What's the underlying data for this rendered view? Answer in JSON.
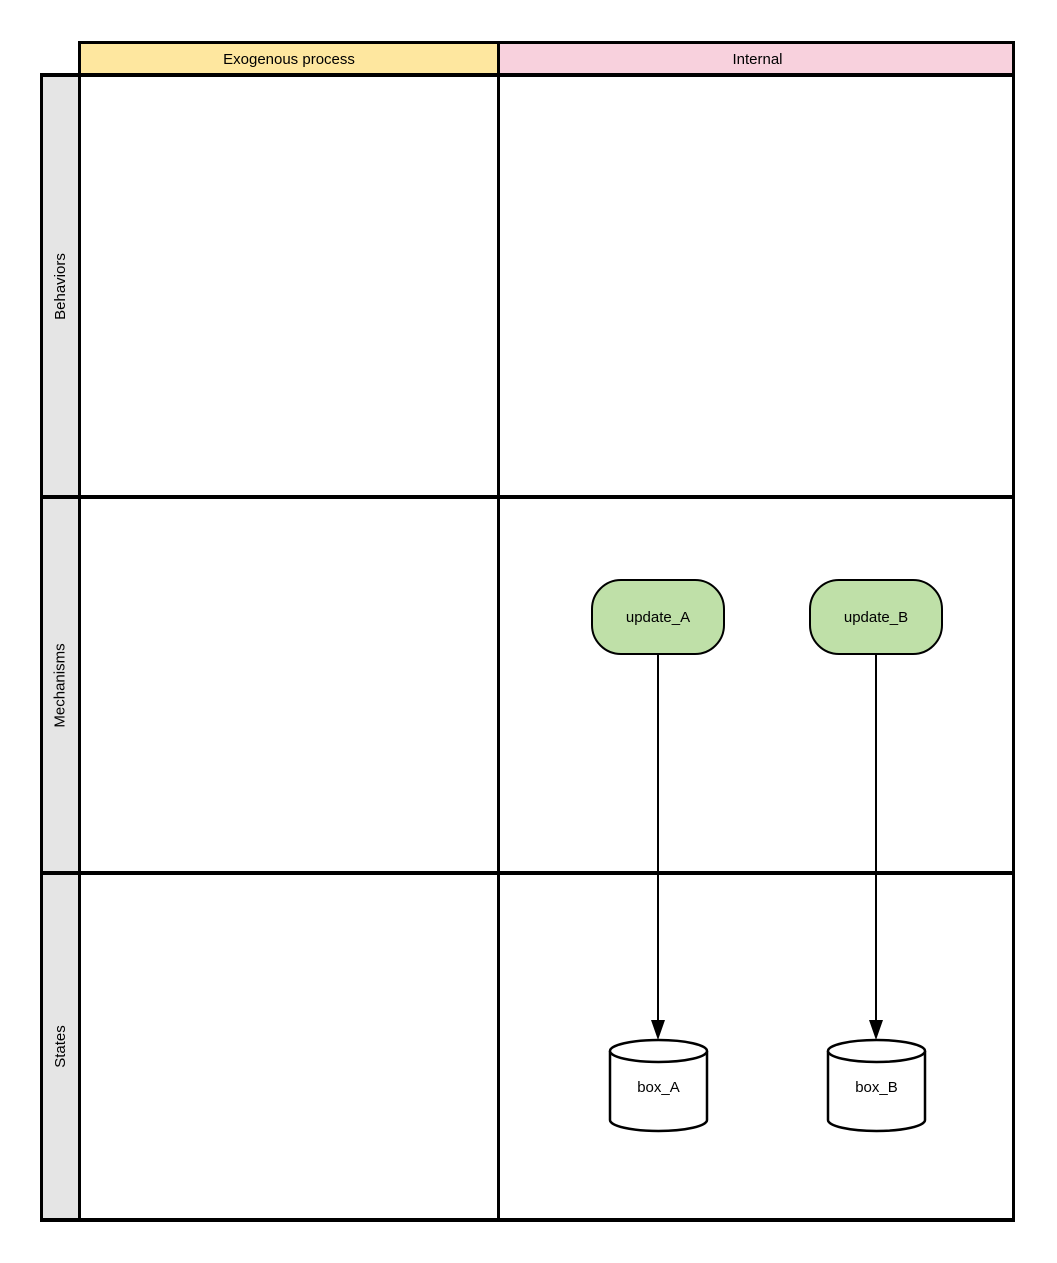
{
  "diagram": {
    "column_headers": [
      {
        "label": "Exogenous process",
        "bg": "#FEE79F"
      },
      {
        "label": "Internal",
        "bg": "#F8D1DD"
      }
    ],
    "row_headers": [
      {
        "label": "Behaviors"
      },
      {
        "label": "Mechanisms"
      },
      {
        "label": "States"
      }
    ],
    "colors": {
      "grid_line": "#000000",
      "row_header_bg": "#E5E5E5",
      "yellow_header": "#FEE79F",
      "pink_header": "#F8D1DD",
      "node_green": "#BFE0A8",
      "cylinder_fill": "#FFFFFF"
    },
    "nodes": {
      "update_A": {
        "label": "update_A",
        "shape": "rounded-rectangle",
        "row": "Mechanisms",
        "column": "Internal"
      },
      "update_B": {
        "label": "update_B",
        "shape": "rounded-rectangle",
        "row": "Mechanisms",
        "column": "Internal"
      },
      "box_A": {
        "label": "box_A",
        "shape": "cylinder",
        "row": "States",
        "column": "Internal"
      },
      "box_B": {
        "label": "box_B",
        "shape": "cylinder",
        "row": "States",
        "column": "Internal"
      }
    },
    "edges": [
      {
        "from": "update_A",
        "to": "box_A",
        "style": "solid-arrow-down"
      },
      {
        "from": "update_B",
        "to": "box_B",
        "style": "solid-arrow-down"
      }
    ]
  }
}
